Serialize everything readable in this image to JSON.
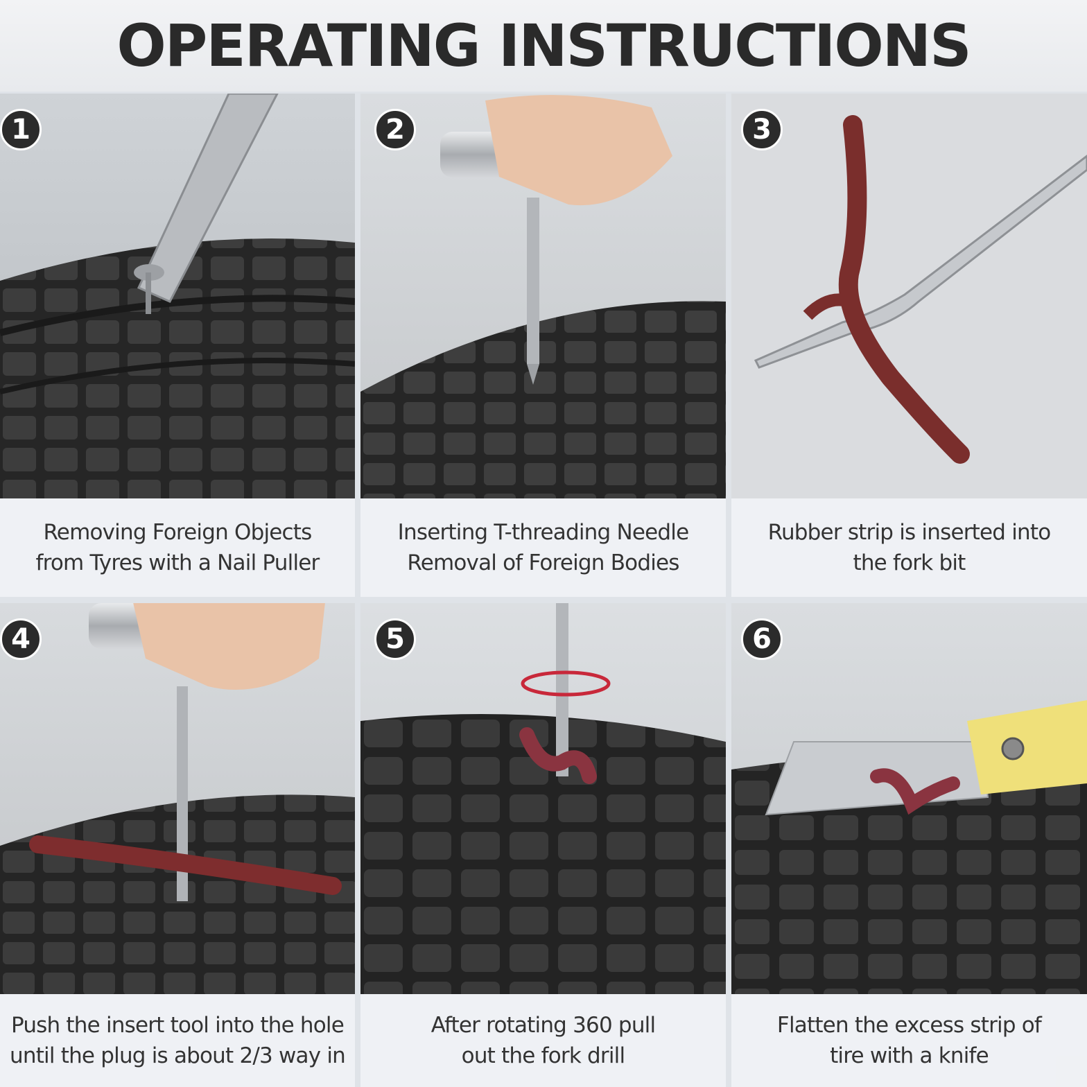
{
  "title": "OPERATING INSTRUCTIONS",
  "steps": [
    {
      "number": "1",
      "line1": "Removing Foreign Objects",
      "line2": "from Tyres with a Nail Puller"
    },
    {
      "number": "2",
      "line1": "Inserting T-threading Needle",
      "line2": "Removal of Foreign Bodies"
    },
    {
      "number": "3",
      "line1": "Rubber strip is inserted into",
      "line2": "the fork bit"
    },
    {
      "number": "4",
      "line1": "Push the insert tool into the hole",
      "line2": "until the plug is about 2/3 way in"
    },
    {
      "number": "5",
      "line1": "After rotating 360 pull",
      "line2": "out the fork drill"
    },
    {
      "number": "6",
      "line1": "Flatten the excess strip of",
      "line2": "tire with a knife"
    }
  ]
}
